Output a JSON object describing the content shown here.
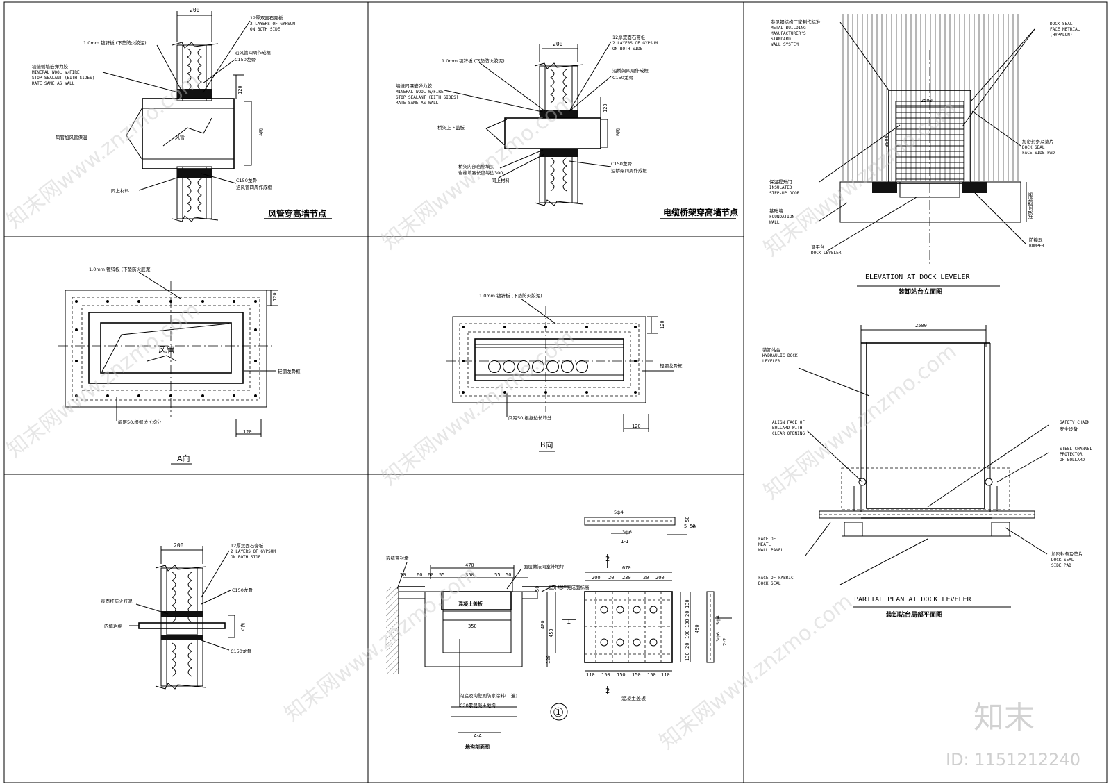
{
  "panels": {
    "duct": {
      "title": "风管穿高墙节点",
      "dim_width": "200",
      "dim_side": "120",
      "label_gypsum": [
        "12厚双面石膏板",
        "2 LAYERS OF GYPSUM",
        "ON BOTH SIDE"
      ],
      "label_steel": "1.0mm 镀锌板 (下垫防火胶泥)",
      "label_sealant": [
        "墙缝侧墙嵌弹力胶",
        "MINERAL WOOL W/FIRE",
        "STOP SEALANT (BITH SIDES)",
        "RATE SAME AS WALL"
      ],
      "label_frame_top": [
        "沿风管四周作成框",
        "C150龙骨"
      ],
      "label_insul": "风管加风管保温",
      "label_duct": "风管",
      "label_view": "A向",
      "label_c150": "C150龙骨",
      "label_frame_bot": "沿风管四周作成框",
      "label_same": "同上材料"
    },
    "tray": {
      "title": "电缆桥架穿高墙节点",
      "dim_width": "200",
      "dim_side": "120",
      "label_gypsum": [
        "12厚双面石膏板",
        "2 LAYERS OF GYPSUM",
        "ON BOTH SIDE"
      ],
      "label_steel": "1.0mm 镀锌板 (下垫防火胶泥)",
      "label_sealant": [
        "墙缝同镶嵌弹力胶",
        "MINERAL WOOL W/FIRE",
        "STOP SEALANT (BITH SIDES)",
        "RATE SAME AS WALL"
      ],
      "label_frame_top": [
        "沿桥架四周作成框",
        "C150龙骨"
      ],
      "label_cover": "桥架上下盖板",
      "label_fill": [
        "桥架内部岩棉填实",
        "岩棉填塞长度每边300"
      ],
      "label_view": "B向",
      "label_c150": "C150龙骨",
      "label_frame_bot": "沿桥架四周作成框",
      "label_same": "同上材料"
    },
    "viewA": {
      "title": "A向",
      "label_steel": "1.0mm 镀锌板 (下垫防火胶泥)",
      "label_duct": "风管",
      "label_frame": "轻钢龙骨框",
      "label_spacing": "间距50,根据边长均分",
      "dim_side": "120",
      "dim_bottom": "120"
    },
    "viewB": {
      "title": "B向",
      "label_steel": "1.0mm 镀锌板 (下垫防火胶泥)",
      "label_frame": "轻钢龙骨框",
      "label_spacing": "间距50,根据边长均分",
      "dim_side": "120",
      "dim_bottom": "120"
    },
    "pipe": {
      "dim_width": "200",
      "label_gypsum": [
        "12厚双面石膏板",
        "2 LAYERS OF GYPSUM",
        "ON BOTH SIDE"
      ],
      "label_c150_top": "C150龙骨",
      "label_fire": "表面打防火胶泥",
      "label_rock": "内填岩棉",
      "label_view": "C向",
      "label_c150_bot": "C150龙骨"
    },
    "trench": {
      "label_seal": "嵌缝膏封堵",
      "label_floor": "面层做法同室外地坪",
      "label_outdoor": "室外地坪完成面标高",
      "label_slab": "混凝土盖板",
      "label_slab2": "混凝土盖板",
      "label_paint": "沟底及沟壁刷防水涂料(二遍)",
      "label_c20": "C20素混凝土地沟",
      "section_title": "A-A",
      "section_sub": "地沟剖面图",
      "circle_no": "①",
      "label_11": "1-1",
      "label_22": "2-2",
      "rebar_5d4": "5ф4",
      "rebar_3d6": "3ф6",
      "dims_top": [
        "20",
        "60",
        "55",
        "350",
        "55",
        "470",
        "50",
        "60"
      ],
      "dims_side": [
        "50",
        "400",
        "450",
        "120",
        "350"
      ],
      "slab_dims_top": [
        "200",
        "20",
        "230",
        "20",
        "200",
        "670"
      ],
      "slab_dims_bot": [
        "110",
        "150",
        "150",
        "150",
        "150",
        "110"
      ],
      "slab_dims_side": [
        "130",
        "20",
        "130",
        "190",
        "20",
        "130",
        "490"
      ],
      "small_5": "5",
      "small_50": "50",
      "small_5b": "5",
      "small_50b": "50",
      "sec_1": "1",
      "sec_2": "2"
    },
    "dockElev": {
      "title": "ELEVATION AT DOCK LEVELER",
      "subtitle": "装卸站台立面图",
      "dim_2500": "2500",
      "dim_3000": "3000",
      "label_metal": [
        "参见钢结构厂家制作标准",
        "METAL BUILDING",
        "MANUFACTURER'S",
        "STANDARD",
        "WALL SYSTEM"
      ],
      "label_seal": [
        "DOCK SEAL",
        "FACE METRIAL",
        "(HYPALON)"
      ],
      "label_pad": [
        "加密封条及垫片",
        "DOCK SEAL",
        "FACE SIDE PAD"
      ],
      "label_door": [
        "保温提升门",
        "INSULATED",
        "STEP-UP DOOR"
      ],
      "label_found": [
        "基础墙",
        "FOUNDATION",
        "WALL"
      ],
      "label_level": [
        "调平台",
        "DOCK LEVELER"
      ],
      "label_bumper": [
        "防撞器",
        "BUMPER"
      ],
      "label_vertical": "详见立面标高"
    },
    "dockPlan": {
      "title": "PARTIAL PLAN AT DOCK LEVELER",
      "subtitle": "装卸站台局部平面图",
      "dim_2500": "2500",
      "label_hyd": [
        "装卸站台",
        "HYDRAULIC DOCK",
        "LEVELER"
      ],
      "label_align": [
        "ALIGN FACE OF",
        "BOLLARD WITH",
        "CLEAR OPENING"
      ],
      "label_chain": [
        "SAFETY CHAIN",
        "安全设备"
      ],
      "label_channel": [
        "STEEL CHANNEL",
        "PROTECTOR",
        "OF BOLLARD"
      ],
      "label_metal": [
        "FACE OF",
        "MEATL",
        "WALL PANEL"
      ],
      "label_fabric": [
        "FACE OF FABRIC",
        "DOCK SEAL"
      ],
      "label_pad": [
        "加密封条及垫片",
        "DOCK SEAL",
        "SIDE PAD"
      ]
    }
  },
  "watermark": {
    "site": "知末网www.znzmo.com",
    "logo": "知末",
    "id": "ID: 1151212240"
  }
}
